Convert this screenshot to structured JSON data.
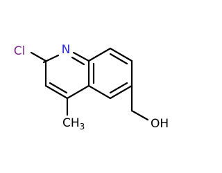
{
  "molecule": {
    "atoms": {
      "cl": {
        "label": "Cl",
        "color": "#7b2a8c"
      },
      "n": {
        "label": "N",
        "color": "#2a2ad8"
      },
      "oh": {
        "label": "OH",
        "color": "#000000"
      },
      "methyl": {
        "label": "CH",
        "subscript": "3",
        "color": "#000000"
      }
    }
  }
}
